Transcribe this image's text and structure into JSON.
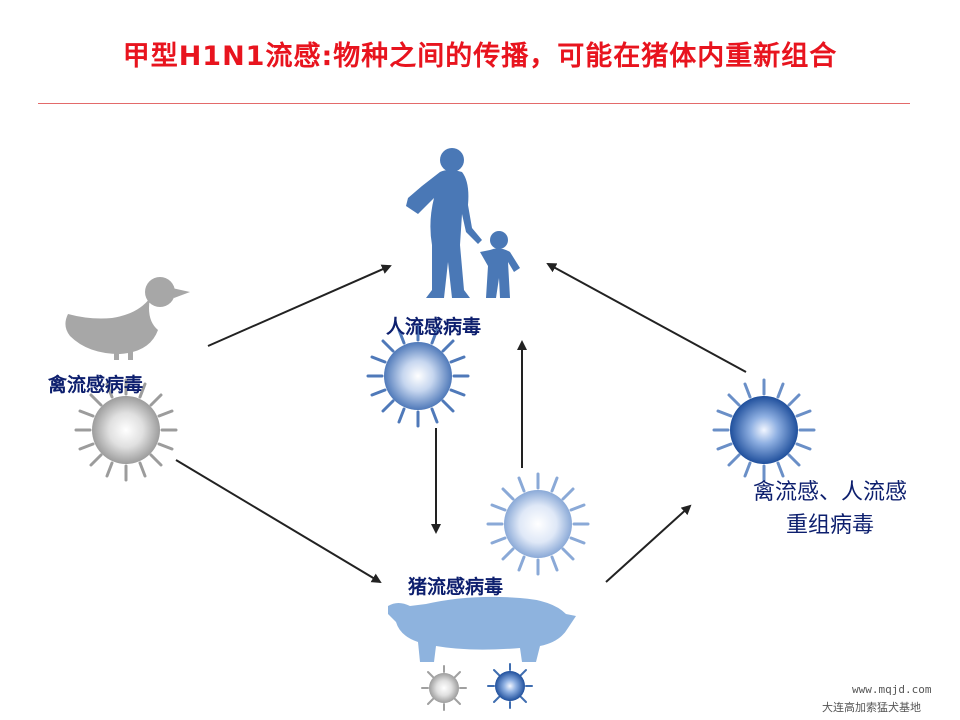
{
  "title": "甲型H1N1流感:物种之间的传播，可能在猪体内重新组合",
  "labels": {
    "human": "人流感病毒",
    "bird": "禽流感病毒",
    "pig": "猪流感病毒",
    "reassortant_line1": "禽流感、人流感",
    "reassortant_line2": "重组病毒"
  },
  "watermark": {
    "url": "www.mqjd.com",
    "text": "大连高加索猛犬基地"
  },
  "colors": {
    "title": "#e8141e",
    "label": "#0d1f6e",
    "human_silhouette": "#4a78b6",
    "pig_silhouette": "#8eb3de",
    "duck_silhouette": "#a7a7a7",
    "arrow": "#222222"
  }
}
